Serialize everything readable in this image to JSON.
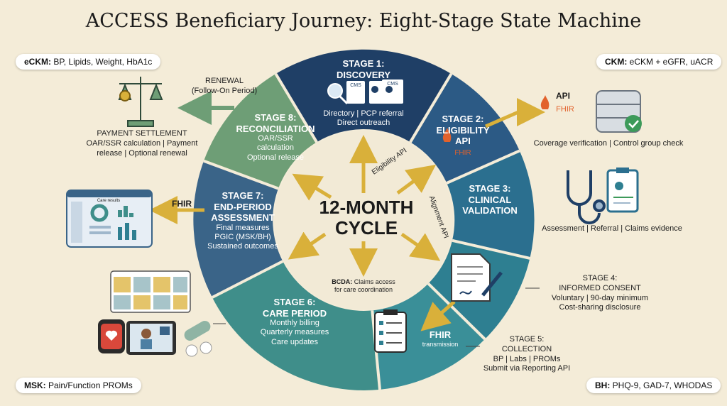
{
  "title": "ACCESS Beneficiary Journey: Eight-Stage State Machine",
  "corner_pills": {
    "top_left": {
      "key": "eCKM:",
      "value": " BP, Lipids, Weight, HbA1c"
    },
    "top_right": {
      "key": "CKM:",
      "value": " eCKM + eGFR, uACR"
    },
    "bottom_left": {
      "key": "MSK:",
      "value": " Pain/Function PROMs"
    },
    "bottom_right": {
      "key": "BH:",
      "value": " PHQ-9, GAD-7, WHODAS"
    }
  },
  "center": {
    "line1": "12-MONTH",
    "line2": "CYCLE"
  },
  "inner_labels": {
    "eligibility_api": "Eligibility API",
    "alignment_api": "Alignment API",
    "bcda_bold": "BCDA:",
    "bcda_rest": " Claims access",
    "bcda_line2": "for care coordination"
  },
  "stages": [
    {
      "title1": "STAGE 1:",
      "title2": "DISCOVERY",
      "details": [
        "Directory | PCP referral",
        "Direct outreach"
      ],
      "badges": [
        "CMS",
        "CMS"
      ]
    },
    {
      "title1": "STAGE 2:",
      "title2": "ELIGIBILITY",
      "title3": "API",
      "fhir": "FHIR"
    },
    {
      "title1": "STAGE 3:",
      "title2": "CLINICAL",
      "title3": "VALIDATION"
    },
    {
      "title1": "STAGE 4:",
      "title2": "INFORMED CONSENT",
      "details": [
        "Voluntary | 90-day minimum",
        "Cost-sharing disclosure"
      ]
    },
    {
      "title1": "STAGE 5:",
      "title2": "COLLECTION",
      "details": [
        "BP | Labs | PROMs",
        "Submit via Reporting API"
      ],
      "fhir": "FHIR",
      "fhir_sub": "transmission"
    },
    {
      "title1": "STAGE 6:",
      "title2": "CARE PERIOD",
      "details": [
        "Monthly billing",
        "Quarterly measures",
        "Care updates"
      ]
    },
    {
      "title1": "STAGE 7:",
      "title2": "END-PERIOD",
      "title3": "ASSESSMENT",
      "details": [
        "Final measures",
        "PGIC (MSK/BH)",
        "Sustained outcomes"
      ],
      "fhir": "FHIR"
    },
    {
      "title1": "STAGE 8:",
      "title2": "RECONCILIATION",
      "details": [
        "OAR/SSR",
        "calculation",
        "Optional release"
      ]
    }
  ],
  "outer": {
    "api_label": "API",
    "api_fhir": "FHIR",
    "coverage": "Coverage verification | Control group check",
    "assessment": "Assessment | Referral | Claims evidence",
    "renewal": "RENEWAL",
    "renewal_sub": "(Follow-On Period)",
    "payment_title": "PAYMENT SETTLEMENT",
    "payment_line1": "OAR/SSR calculation | Payment",
    "payment_line2": "release | Optional renewal",
    "dashboard_title": "Care results"
  },
  "colors": {
    "background": "#f4ecd8",
    "stage1": "#1f3f66",
    "stage2": "#2c5a85",
    "stage3": "#2b6f8f",
    "stage4": "#2e7f91",
    "stage5": "#3a8f98",
    "stage6": "#3f8e8a",
    "stage7": "#3a6488",
    "stage8": "#6e9e76",
    "arrow": "#d9b03a",
    "fhir": "#d2452b"
  }
}
